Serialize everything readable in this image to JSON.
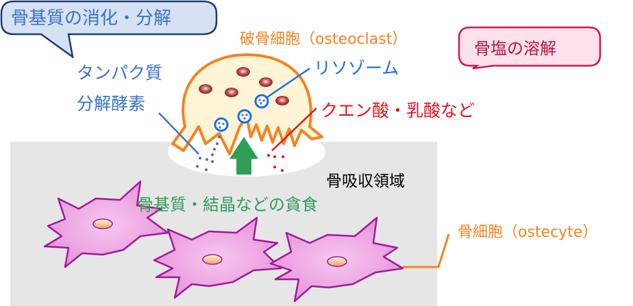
{
  "callouts": {
    "matrix_digestion": "骨基質の消化・分解",
    "mineral_dissolution": "骨塩の溶解"
  },
  "labels": {
    "osteoclast": "破骨細胞（osteoclast）",
    "protease_line1": "タンパク質",
    "protease_line2": "分解酵素",
    "lysosome": "リソゾーム",
    "acids": "クエン酸・乳酸など",
    "resorption_area": "骨吸収領域",
    "phagocytosis": "骨基質・結晶などの貪食",
    "osteocyte": "骨細胞（ostecyte）"
  },
  "colors": {
    "blue_text": "#3b72c8",
    "orange": "#f5821f",
    "red": "#e8101a",
    "green": "#2f9e57",
    "bone_gray": "#e6e6e6"
  }
}
